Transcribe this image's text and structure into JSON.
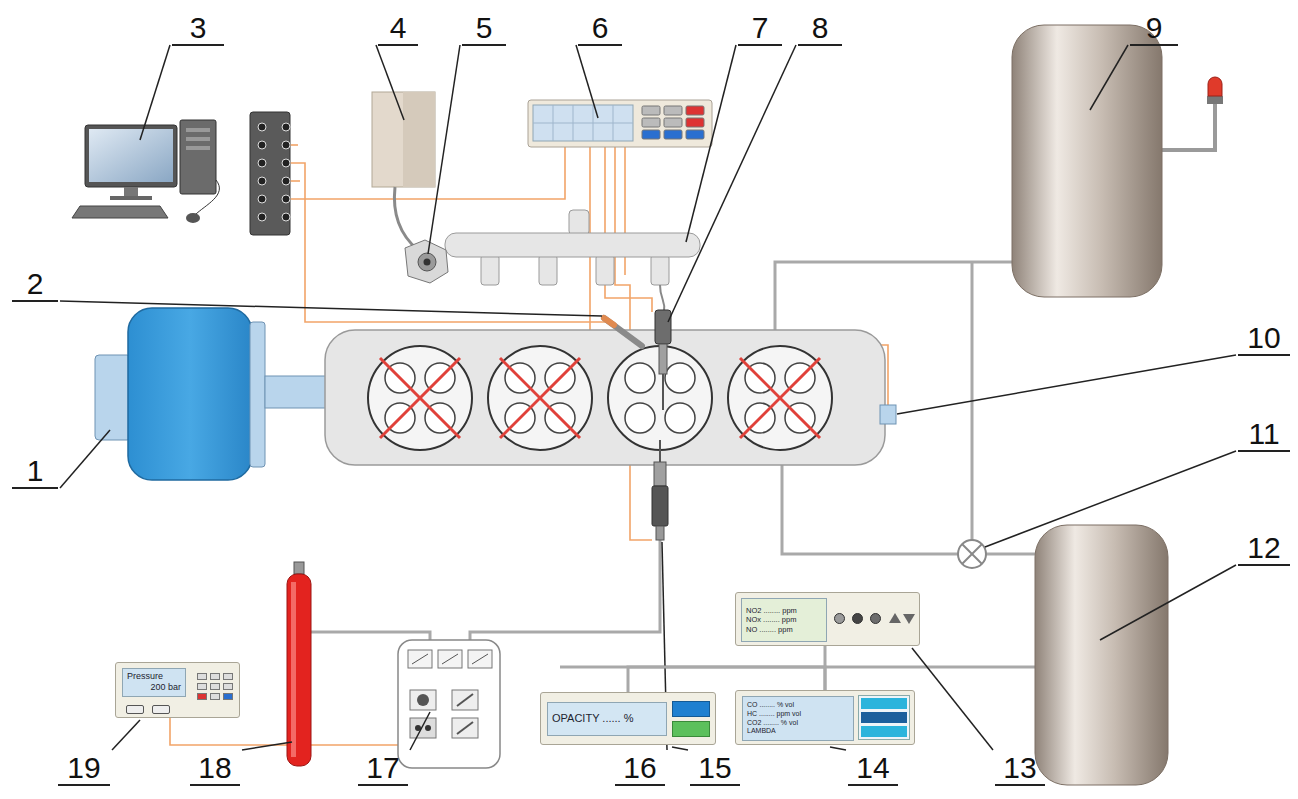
{
  "diagram": {
    "nodes": [
      {
        "text": [
          "NO2 ........ ppm",
          "NOx ........ ppm",
          "NO ........ ppm"
        ]
      },
      {
        "text": [
          "Pressure",
          "200 bar"
        ]
      },
      {
        "text": [
          "OPACITY ...... %"
        ]
      },
      {
        "text": [
          "CO ........ % vol",
          "HC ........ ppm vol",
          "CO2 ........ % vol",
          "LAMBDA"
        ]
      }
    ],
    "edges": [
      {
        "from": 2,
        "to": 3,
        "arrow": "none"
      },
      {
        "from": 3,
        "to": 0,
        "arrow": "none"
      }
    ],
    "labels": [
      "1",
      "2",
      "3",
      "4",
      "5",
      "6",
      "7",
      "8",
      "9",
      "10",
      "11",
      "12",
      "13",
      "14",
      "15",
      "16",
      "17",
      "18",
      "19"
    ]
  }
}
